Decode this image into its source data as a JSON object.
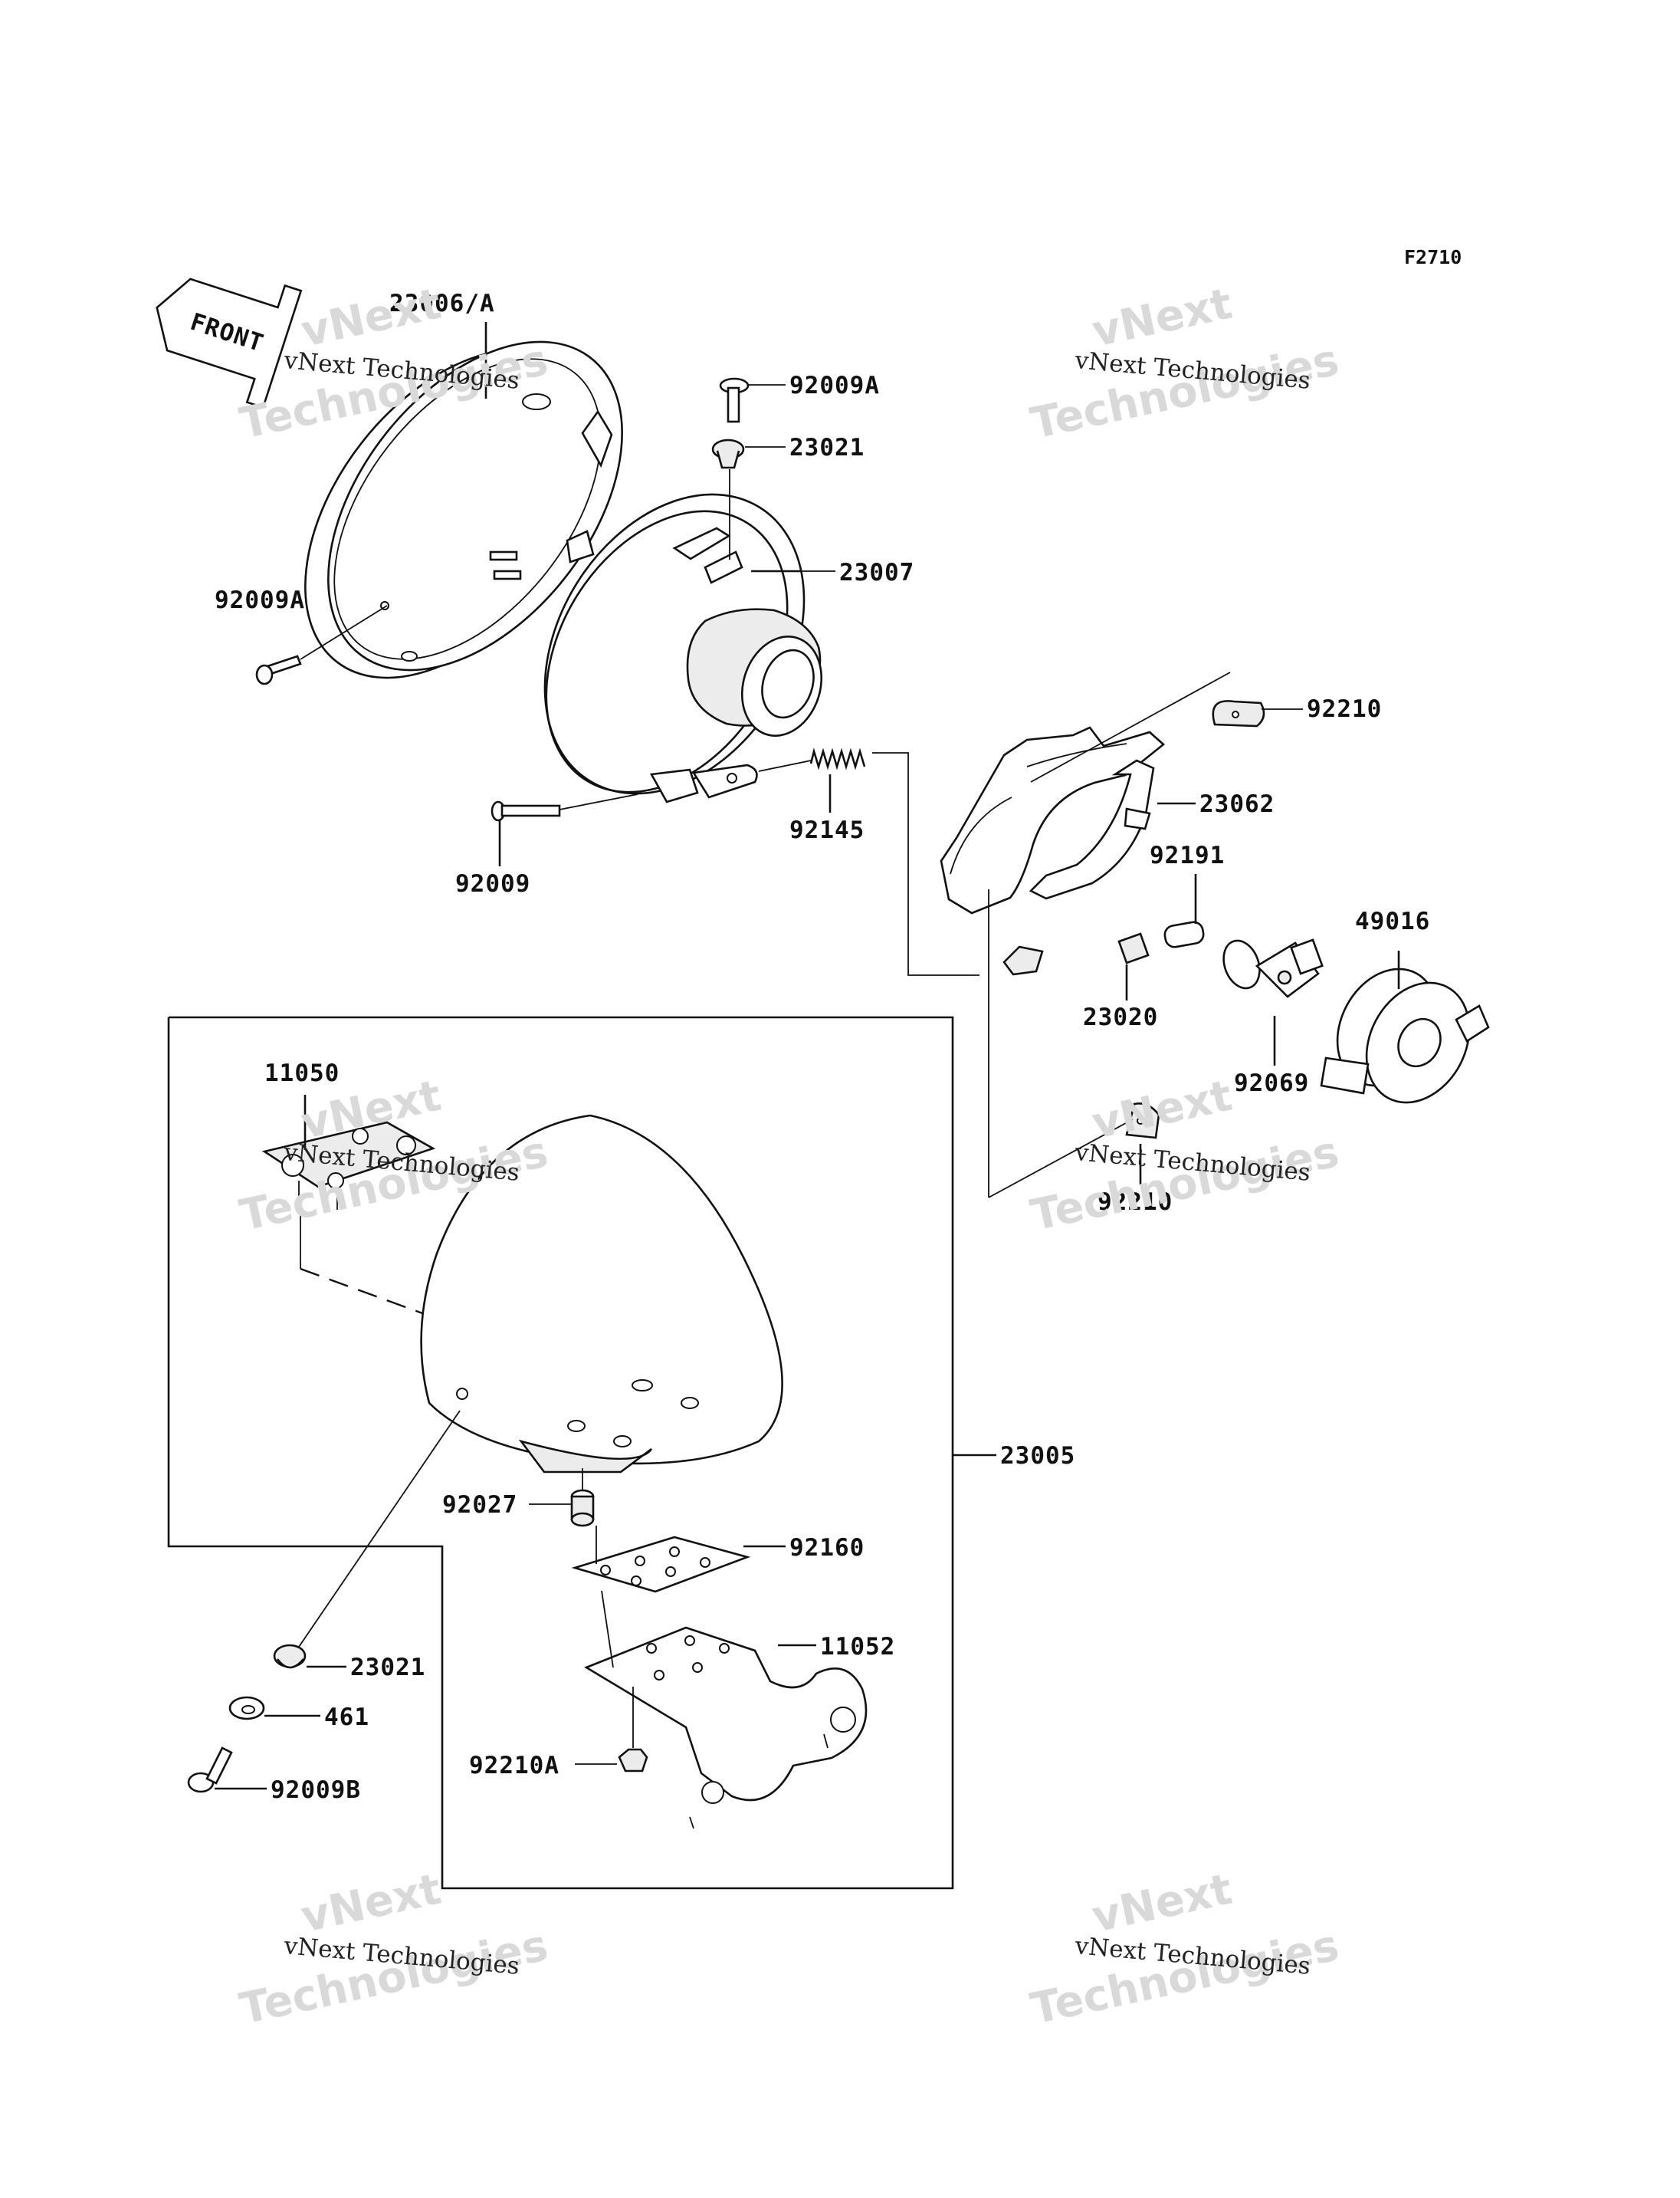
{
  "figure_code": "F2710",
  "front_arrow": {
    "label": "FRONT",
    "icon": "front-arrow-icon"
  },
  "watermarks": {
    "company": "vNext Technologies",
    "big_top": "vNext",
    "big_bottom": "Technologies"
  },
  "labels": {
    "rim": "23006/A",
    "screw_top": "92009A",
    "grommet_top": "23021",
    "housing": "23007",
    "screw_left": "92009A",
    "nut_right_top": "92210",
    "bracket": "23062",
    "spring": "92145",
    "adjust_screw": "92009",
    "collar": "92191",
    "clip": "23020",
    "cover": "49016",
    "bulb": "92069",
    "nut_right_bottom": "92210",
    "plate_left": "11050",
    "cowl": "23005",
    "spacer": "92027",
    "gasket": "92160",
    "stay": "11052",
    "grommet_bottom": "23021",
    "washer": "461",
    "nut_bottom": "92210A",
    "screw_bottom": "92009B"
  }
}
